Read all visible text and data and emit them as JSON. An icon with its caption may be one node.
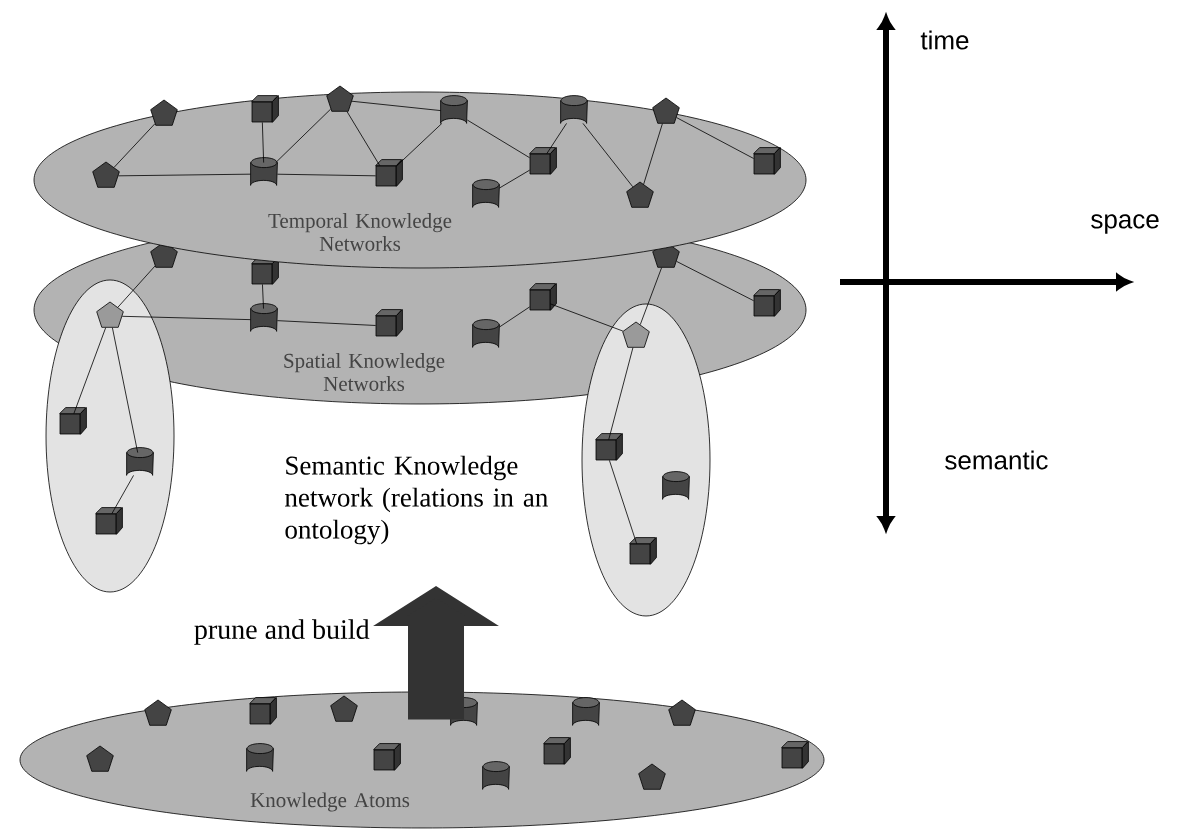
{
  "diagram": {
    "nodes": [
      {
        "text": [
          "Temporal Knowledge Networks"
        ]
      },
      {
        "text": [
          "Spatial Knowledge Networks"
        ]
      },
      {
        "text": [],
        "shape": "ellipse"
      },
      {
        "text": [],
        "shape": "ellipse"
      },
      {
        "text": [
          "Knowledge Atoms"
        ]
      },
      {
        "text": [],
        "shape": "pentagon",
        "in": 0
      },
      {
        "text": [],
        "shape": "pentagon",
        "in": 0
      },
      {
        "text": [],
        "shape": "cube",
        "in": 0
      },
      {
        "text": [],
        "shape": "cylinder",
        "in": 0
      },
      {
        "text": [],
        "shape": "pentagon",
        "in": 0
      },
      {
        "text": [],
        "shape": "cube",
        "in": 0
      },
      {
        "text": [],
        "shape": "cylinder",
        "in": 0
      },
      {
        "text": [],
        "shape": "cube",
        "in": 0
      },
      {
        "text": [],
        "shape": "cylinder",
        "in": 0
      },
      {
        "text": [],
        "shape": "cylinder",
        "in": 0
      },
      {
        "text": [],
        "shape": "pentagon",
        "in": 0
      },
      {
        "text": [],
        "shape": "pentagon",
        "in": 0
      },
      {
        "text": [],
        "shape": "cube",
        "in": 0
      },
      {
        "text": [],
        "shape": "pentagon",
        "in": 1
      },
      {
        "text": [],
        "shape": "cube",
        "in": 1
      },
      {
        "text": [],
        "shape": "cylinder",
        "in": 1
      },
      {
        "text": [],
        "shape": "cube",
        "in": 1
      },
      {
        "text": [],
        "shape": "cube",
        "in": 1
      },
      {
        "text": [],
        "shape": "cylinder",
        "in": 1
      },
      {
        "text": [],
        "shape": "pentagon",
        "in": 1
      },
      {
        "text": [],
        "shape": "cube",
        "in": 1
      },
      {
        "text": [],
        "shape": "pentagon"
      },
      {
        "text": [],
        "shape": "cube",
        "in": 2
      },
      {
        "text": [],
        "shape": "cylinder",
        "in": 2
      },
      {
        "text": [],
        "shape": "cube",
        "in": 2
      },
      {
        "text": [],
        "shape": "pentagon"
      },
      {
        "text": [],
        "shape": "cube",
        "in": 3
      },
      {
        "text": [],
        "shape": "cylinder",
        "in": 3
      },
      {
        "text": [],
        "shape": "cube",
        "in": 3
      },
      {
        "text": [],
        "shape": "pentagon",
        "in": 4
      },
      {
        "text": [],
        "shape": "cube",
        "in": 4
      },
      {
        "text": [],
        "shape": "pentagon",
        "in": 4
      },
      {
        "text": [],
        "shape": "cylinder",
        "in": 4
      },
      {
        "text": [],
        "shape": "cylinder",
        "in": 4
      },
      {
        "text": [],
        "shape": "pentagon",
        "in": 4
      },
      {
        "text": [],
        "shape": "pentagon",
        "in": 4
      },
      {
        "text": [],
        "shape": "cylinder",
        "in": 4
      },
      {
        "text": [],
        "shape": "cube",
        "in": 4
      },
      {
        "text": [],
        "shape": "cylinder",
        "in": 4
      },
      {
        "text": [],
        "shape": "cube",
        "in": 4
      },
      {
        "text": [],
        "shape": "pentagon",
        "in": 4
      },
      {
        "text": [],
        "shape": "cube",
        "in": 4
      }
    ],
    "edges": [
      {
        "from": 5,
        "to": 6,
        "arrow": "none"
      },
      {
        "from": 6,
        "to": 8,
        "arrow": "none"
      },
      {
        "from": 7,
        "to": 8,
        "arrow": "none"
      },
      {
        "from": 8,
        "to": 9,
        "arrow": "none"
      },
      {
        "from": 8,
        "to": 10,
        "arrow": "none"
      },
      {
        "from": 9,
        "to": 10,
        "arrow": "none"
      },
      {
        "from": 9,
        "to": 11,
        "arrow": "none"
      },
      {
        "from": 10,
        "to": 11,
        "arrow": "none"
      },
      {
        "from": 11,
        "to": 12,
        "arrow": "none"
      },
      {
        "from": 12,
        "to": 14,
        "arrow": "none"
      },
      {
        "from": 12,
        "to": 13,
        "arrow": "none"
      },
      {
        "from": 14,
        "to": 16,
        "arrow": "none"
      },
      {
        "from": 15,
        "to": 16,
        "arrow": "none"
      },
      {
        "from": 15,
        "to": 17,
        "arrow": "none"
      },
      {
        "from": 18,
        "to": 26,
        "arrow": "none"
      },
      {
        "from": 19,
        "to": 20,
        "arrow": "none"
      },
      {
        "from": 26,
        "to": 20,
        "arrow": "none"
      },
      {
        "from": 20,
        "to": 21,
        "arrow": "none"
      },
      {
        "from": 22,
        "to": 23,
        "arrow": "none"
      },
      {
        "from": 22,
        "to": 30,
        "arrow": "none"
      },
      {
        "from": 24,
        "to": 30,
        "arrow": "none"
      },
      {
        "from": 24,
        "to": 25,
        "arrow": "none"
      },
      {
        "from": 26,
        "to": 27,
        "arrow": "none"
      },
      {
        "from": 26,
        "to": 28,
        "arrow": "none"
      },
      {
        "from": 28,
        "to": 29,
        "arrow": "none"
      },
      {
        "from": 30,
        "to": 31,
        "arrow": "none"
      },
      {
        "from": 31,
        "to": 33,
        "arrow": "none"
      },
      {
        "from": 4,
        "to": null,
        "arrow": "to",
        "label": "prune and build",
        "style": "thick",
        "color": "#333333"
      }
    ],
    "labels": [
      "time",
      "space",
      "Semantic Knowledge network (relations in an ontology)",
      "semantic"
    ]
  }
}
